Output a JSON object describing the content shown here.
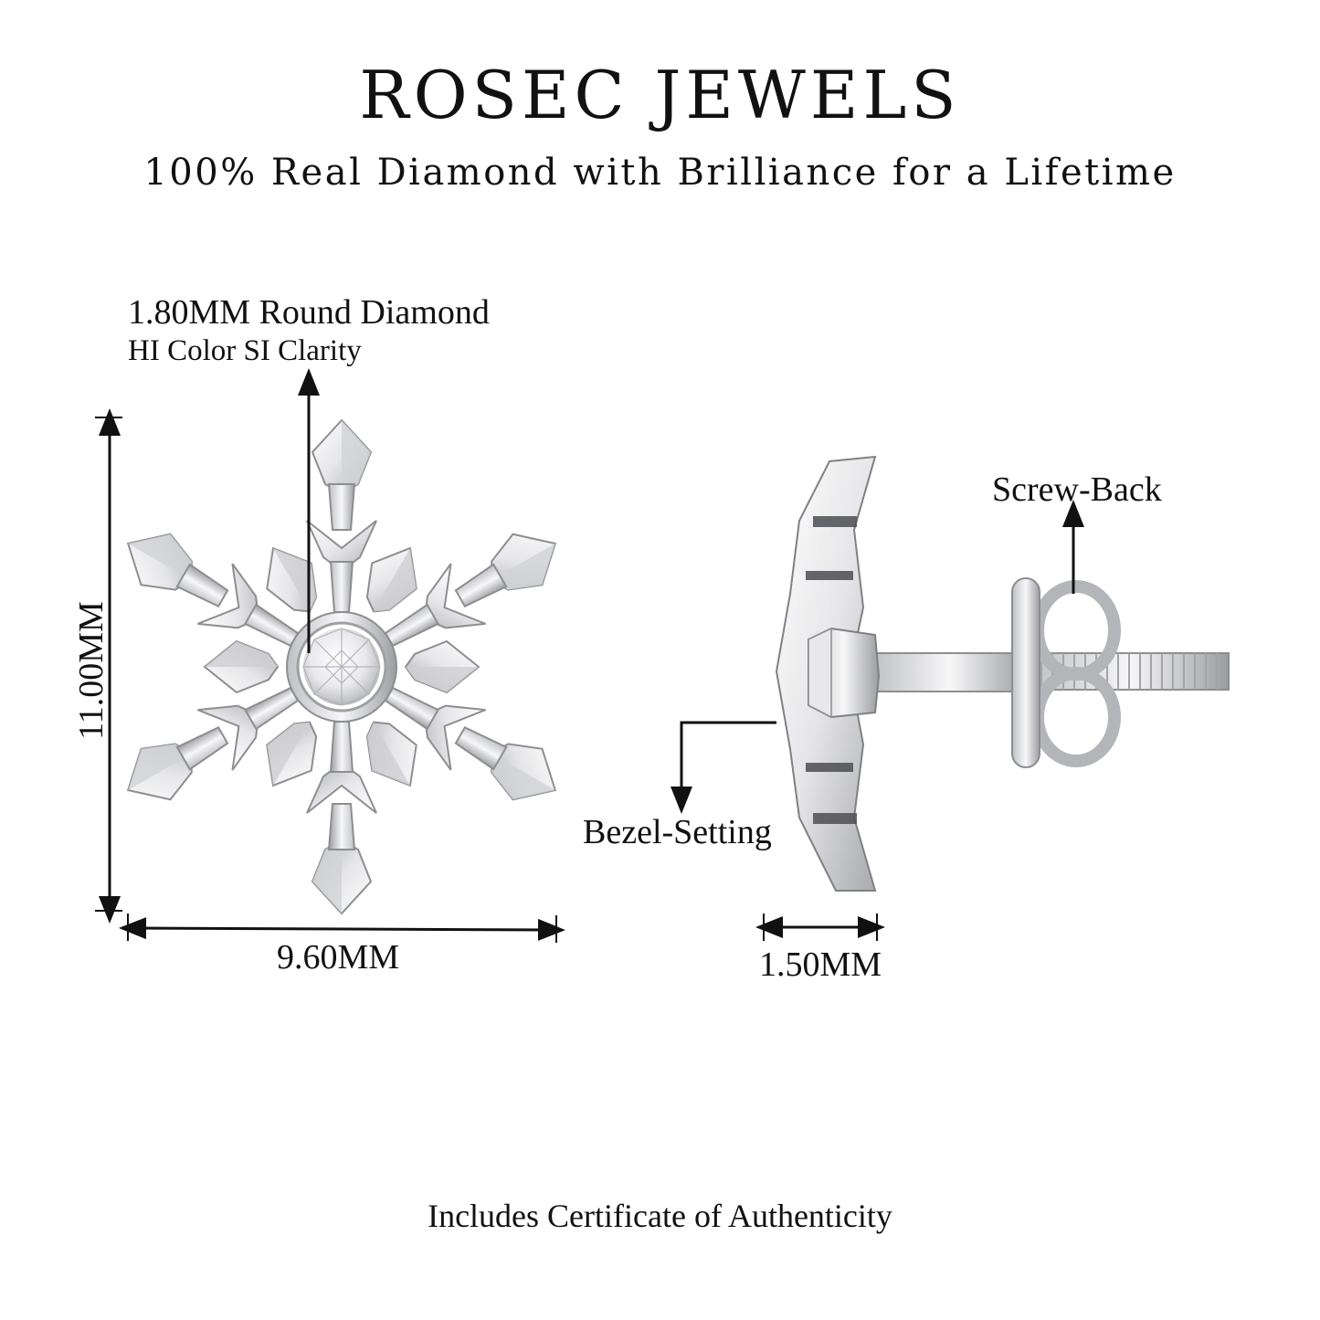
{
  "header": {
    "brand": "ROSEC JEWELS",
    "tagline": "100% Real Diamond with Brilliance for a Lifetime"
  },
  "front_view": {
    "stone_label": "1.80MM Round Diamond",
    "stone_quality": "HI Color SI Clarity",
    "height_label": "11.00MM",
    "width_label": "9.60MM"
  },
  "side_view": {
    "back_label": "Screw-Back",
    "setting_label": "Bezel-Setting",
    "depth_label": "1.50MM"
  },
  "footer": {
    "note": "Includes Certificate of Authenticity"
  },
  "colors": {
    "metal_light": "#f4f4f6",
    "metal_mid": "#c9cacd",
    "metal_dark": "#6d6e72",
    "ink": "#111111"
  }
}
